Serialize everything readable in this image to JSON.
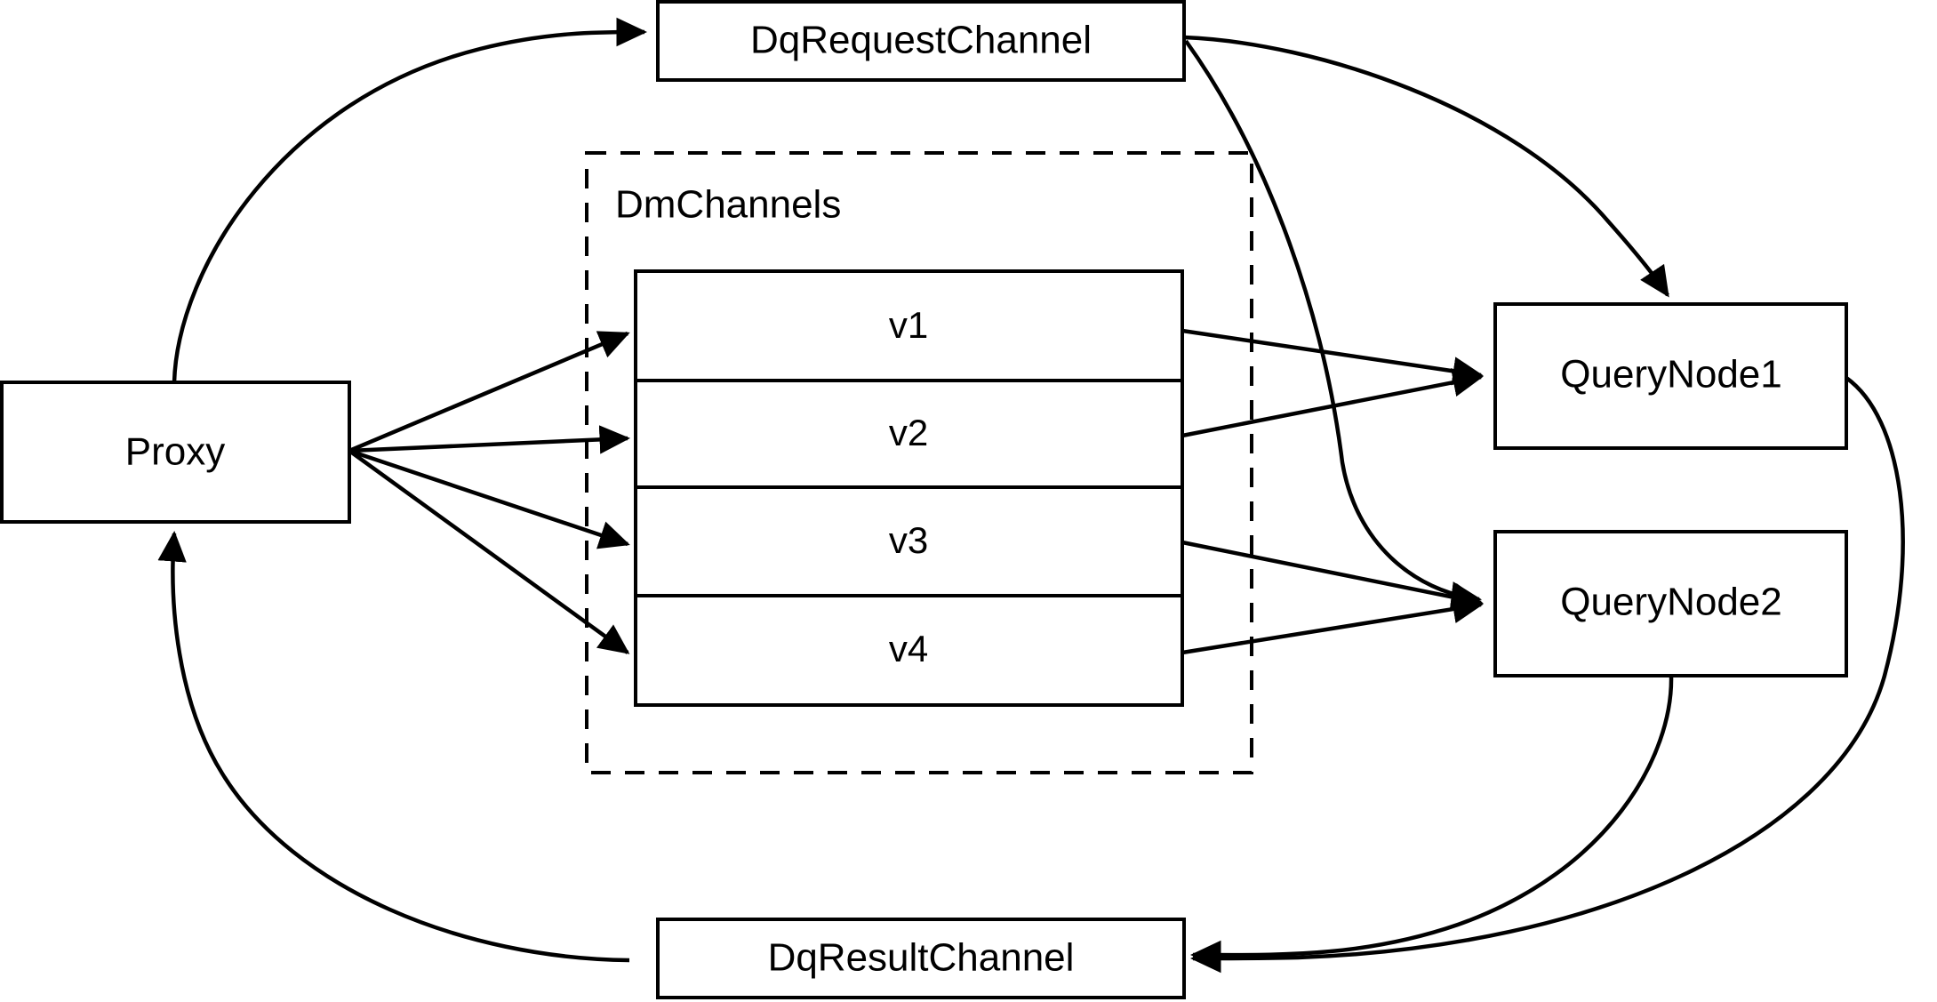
{
  "diagram": {
    "title": "Milvus distributed query channel topology",
    "background_color": "#ffffff",
    "stroke_color": "#000000",
    "nodes": {
      "proxy": {
        "label": "Proxy"
      },
      "dq_request_channel": {
        "label": "DqRequestChannel"
      },
      "dq_result_channel": {
        "label": "DqResultChannel"
      },
      "query_node_1": {
        "label": "QueryNode1"
      },
      "query_node_2": {
        "label": "QueryNode2"
      }
    },
    "group": {
      "label": "DmChannels",
      "style": "dashed"
    },
    "channels": [
      {
        "label": "v1"
      },
      {
        "label": "v2"
      },
      {
        "label": "v3"
      },
      {
        "label": "v4"
      }
    ],
    "edges": [
      {
        "from": "Proxy",
        "to": "DqRequestChannel",
        "style": "curved",
        "arrow": "to"
      },
      {
        "from": "Proxy",
        "to": "v1",
        "style": "straight",
        "arrow": "to"
      },
      {
        "from": "Proxy",
        "to": "v2",
        "style": "straight",
        "arrow": "to"
      },
      {
        "from": "Proxy",
        "to": "v3",
        "style": "straight",
        "arrow": "to"
      },
      {
        "from": "Proxy",
        "to": "v4",
        "style": "straight",
        "arrow": "to"
      },
      {
        "from": "DqRequestChannel",
        "to": "QueryNode1",
        "style": "curved",
        "arrow": "to"
      },
      {
        "from": "DqRequestChannel",
        "to": "QueryNode2",
        "style": "curved",
        "arrow": "to"
      },
      {
        "from": "v1",
        "to": "QueryNode1",
        "style": "straight",
        "arrow": "to"
      },
      {
        "from": "v2",
        "to": "QueryNode1",
        "style": "straight",
        "arrow": "to"
      },
      {
        "from": "v3",
        "to": "QueryNode2",
        "style": "straight",
        "arrow": "to"
      },
      {
        "from": "v4",
        "to": "QueryNode2",
        "style": "straight",
        "arrow": "to"
      },
      {
        "from": "QueryNode1",
        "to": "DqResultChannel",
        "style": "curved",
        "arrow": "to"
      },
      {
        "from": "QueryNode2",
        "to": "DqResultChannel",
        "style": "curved",
        "arrow": "to"
      },
      {
        "from": "DqResultChannel",
        "to": "Proxy",
        "style": "curved",
        "arrow": "to"
      }
    ]
  }
}
